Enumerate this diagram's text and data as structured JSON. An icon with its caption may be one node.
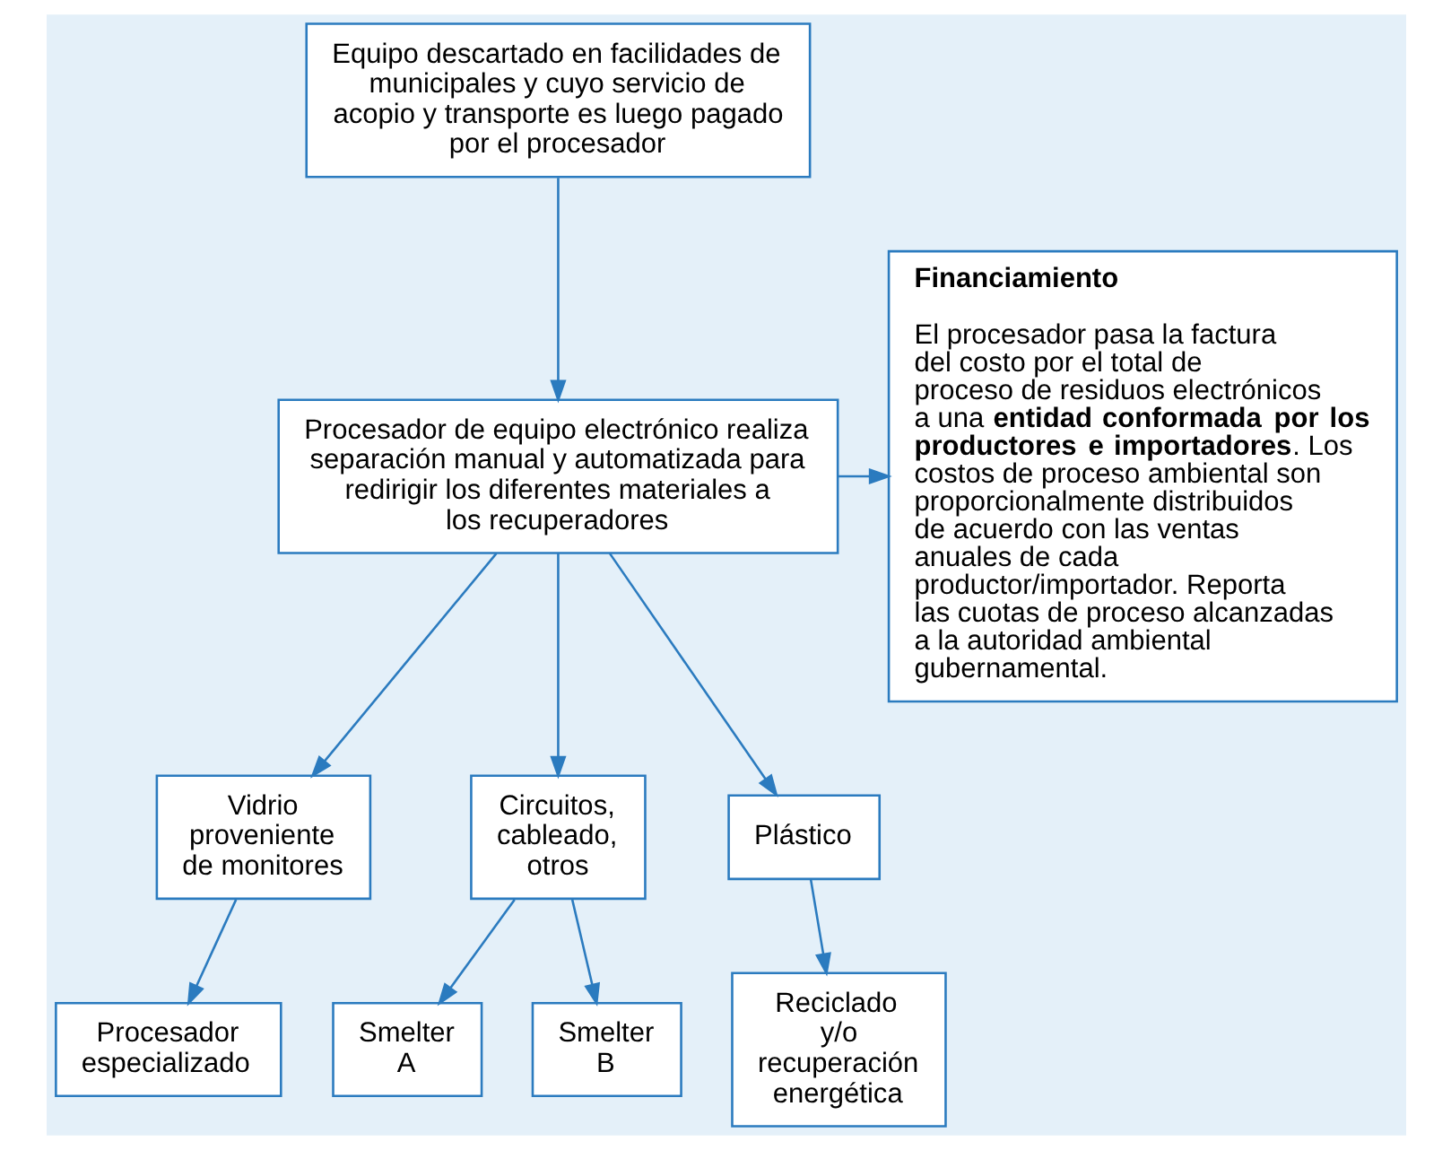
{
  "diagram": {
    "nodes": [
      {
        "text": [
          "Equipo descartado en facilidades de municipales y cuyo servicio de acopio y transporte es luego pagado por el procesador"
        ]
      },
      {
        "text": [
          "Procesador de equipo electrónico realiza separación manual y automatizada para redirigir los diferentes materiales a los recuperadores"
        ]
      },
      {
        "text": [
          "Financiamiento",
          "El procesador pasa la factura del costo por el total de proceso de residuos electrónicos a una **entidad conformada por los productores e importadores**. Los costos de proceso ambiental son proporcionalmente distribuidos de acuerdo con las ventas anuales de cada productor/importador. Reporta las cuotas de proceso alcanzadas a la autoridad ambiental gubernamental."
        ]
      },
      {
        "text": [
          "Vidrio proveniente de monitores"
        ]
      },
      {
        "text": [
          "Circuitos, cableado, otros"
        ]
      },
      {
        "text": [
          "Plástico"
        ]
      },
      {
        "text": [
          "Procesador especializado"
        ]
      },
      {
        "text": [
          "Smelter A"
        ]
      },
      {
        "text": [
          "Smelter B"
        ]
      },
      {
        "text": [
          "Reciclado y/o recuperación energética"
        ]
      }
    ],
    "edges": [
      {
        "from": 0,
        "to": 1,
        "arrow": "to"
      },
      {
        "from": 1,
        "to": 2,
        "arrow": "to"
      },
      {
        "from": 1,
        "to": 3,
        "arrow": "to"
      },
      {
        "from": 1,
        "to": 4,
        "arrow": "to"
      },
      {
        "from": 1,
        "to": 5,
        "arrow": "to"
      },
      {
        "from": 3,
        "to": 6,
        "arrow": "to"
      },
      {
        "from": 4,
        "to": 7,
        "arrow": "to"
      },
      {
        "from": 4,
        "to": 8,
        "arrow": "to"
      },
      {
        "from": 5,
        "to": 9,
        "arrow": "to"
      }
    ]
  }
}
